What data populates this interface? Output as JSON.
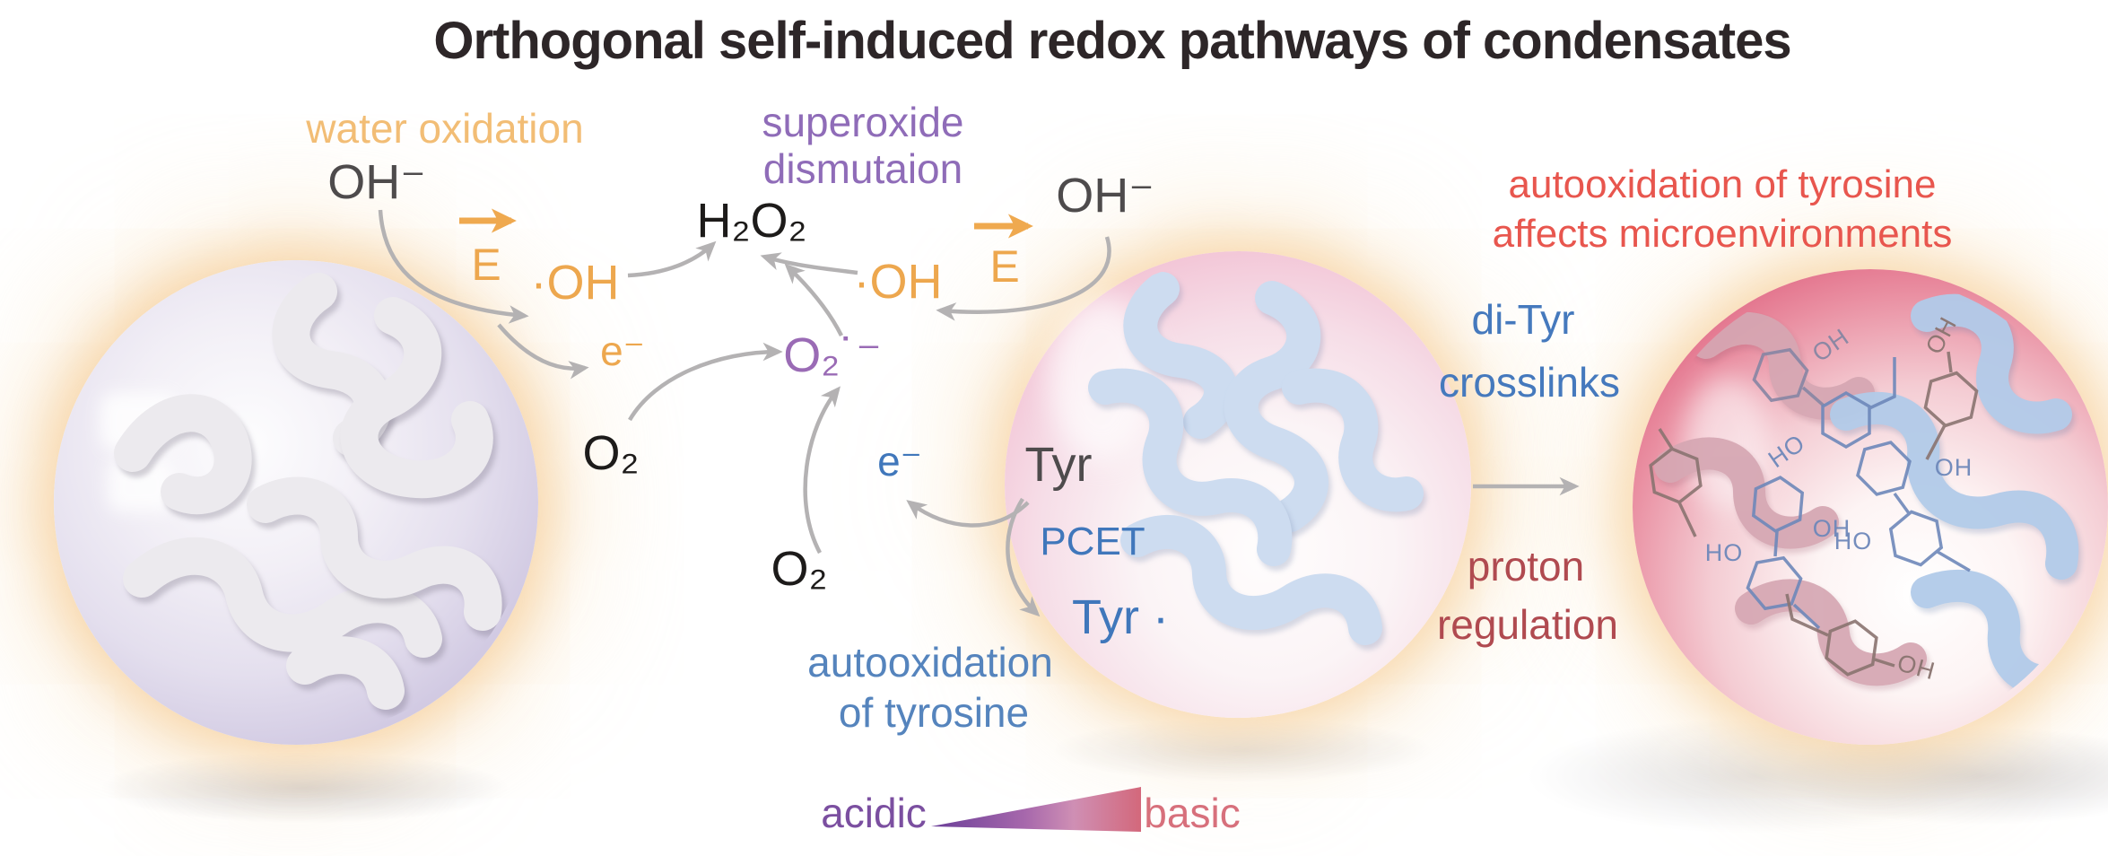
{
  "title": "Orthogonal self-induced redox pathways of condensates",
  "water_oxidation": {
    "label": "water oxidation",
    "hydroxide": "OH⁻",
    "enzyme": "E",
    "hydroxyl_radical": "·OH",
    "electron": "e⁻",
    "oxygen": "O₂"
  },
  "superoxide_dismutation": {
    "label_line1": "superoxide",
    "label_line2": "dismutaion",
    "hydrogen_peroxide": "H₂O₂",
    "hydroxyl_radical": "·OH",
    "enzyme": "E",
    "hydroxide": "OH⁻",
    "superoxide_anion": "O₂˙⁻",
    "oxygen": "O₂",
    "electron": "e⁻"
  },
  "tyrosine_pathway": {
    "tyrosine": "Tyr",
    "pcet": "PCET",
    "tyrosyl_radical": "Tyr ·",
    "label_line1": "autooxidation",
    "label_line2": "of tyrosine"
  },
  "right_panel": {
    "headline_line1": "autooxidation of tyrosine",
    "headline_line2": "affects microenvironments",
    "crosslinks_line1": "di-Tyr",
    "crosslinks_line2": "crosslinks",
    "proton_line1": "proton",
    "proton_line2": "regulation"
  },
  "ph_scale": {
    "acidic_label": "acidic",
    "basic_label": "basic"
  },
  "molecule_labels": {
    "oh": "OH",
    "ho": "HO"
  },
  "colors": {
    "title_text": "#2d2628",
    "orange_accent": "#eda74e",
    "orange_light": "#f2bd75",
    "purple_accent": "#8f6cb8",
    "superoxide_purple": "#9a6bb5",
    "blue_accent": "#4077bb",
    "steel_blue": "#5584bd",
    "salmon_red": "#e8564e",
    "dark_red": "#b04a50",
    "acidic_purple": "#7b4fa0",
    "basic_rose": "#d7707c",
    "formula_black": "#1d1b1a",
    "formula_gray": "#4e4b4c",
    "arrow_gray": "#b4b2b3",
    "left_sphere_rim": "#aea1cc",
    "middle_sphere_rim": "#eca3c0",
    "right_sphere_rim": "#d4476a"
  }
}
